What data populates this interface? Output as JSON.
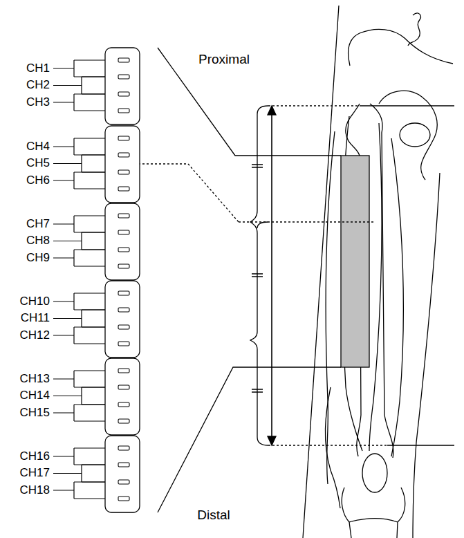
{
  "diagram": {
    "labels": [
      "CH1",
      "CH2",
      "CH3",
      "CH4",
      "CH5",
      "CH6",
      "CH7",
      "CH8",
      "CH9",
      "CH10",
      "CH11",
      "CH12",
      "CH13",
      "CH14",
      "CH15",
      "CH16",
      "CH17",
      "CH18",
      "Proximal",
      "Distal"
    ]
  }
}
